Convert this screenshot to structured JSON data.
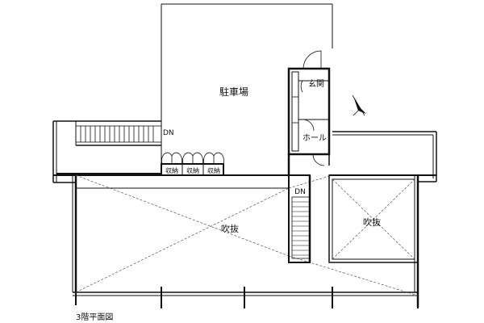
{
  "plan": {
    "caption": "3階平面図",
    "rooms": {
      "parking": "駐車場",
      "entrance": "玄関",
      "hall": "ホール",
      "void_main": "吹抜",
      "void_right": "吹抜"
    },
    "storage_labels": [
      "収納",
      "収納",
      "収納"
    ],
    "stair_labels": {
      "left": "DN",
      "center": "DN"
    },
    "north_arrow": "north-arrow-icon",
    "colors": {
      "line": "#111111",
      "background": "#ffffff"
    }
  }
}
